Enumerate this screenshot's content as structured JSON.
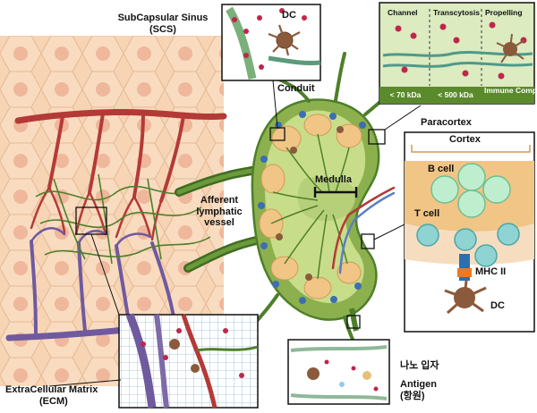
{
  "labels": {
    "scs_line1": "SubCapsular Sinus",
    "scs_line2": "(SCS)",
    "dc_top": "DC",
    "conduit": "Conduit",
    "afferent_line1": "Afferent",
    "afferent_line2": "lymphatic",
    "afferent_line3": "vessel",
    "medulla": "Medulla",
    "paracortex": "Paracortex",
    "cortex": "Cortex",
    "b_cell": "B cell",
    "t_cell": "T cell",
    "mhc": "MHC II",
    "dc_right": "DC",
    "ecm_line1": "ExtraCellular Matrix",
    "ecm_line2": "(ECM)",
    "nanoparticle": "나노 입자",
    "antigen_line1": "Antigen",
    "antigen_line2": "(항원)"
  },
  "transport_panel": {
    "headers": [
      "Channel",
      "Transcytosis",
      "Propelling"
    ],
    "footers": [
      "< 70 kDa",
      "< 500 kDa",
      "Immune Complex"
    ]
  },
  "colors": {
    "skin": "#f6d4b4",
    "cell_nucleus": "#efb79c",
    "artery": "#b43a37",
    "vein": "#6f5aa0",
    "lymphatic": "#4e7f2a",
    "node_outer": "#8db04e",
    "node_inner": "#c8dd8a",
    "panel_bg": "#dcebc0",
    "panel_bar": "#5b8a2c",
    "b_cell": "#bfeecf",
    "t_cell": "#8fd3d3",
    "dc": "#8b5a3c",
    "antigen": "#c0264a"
  }
}
